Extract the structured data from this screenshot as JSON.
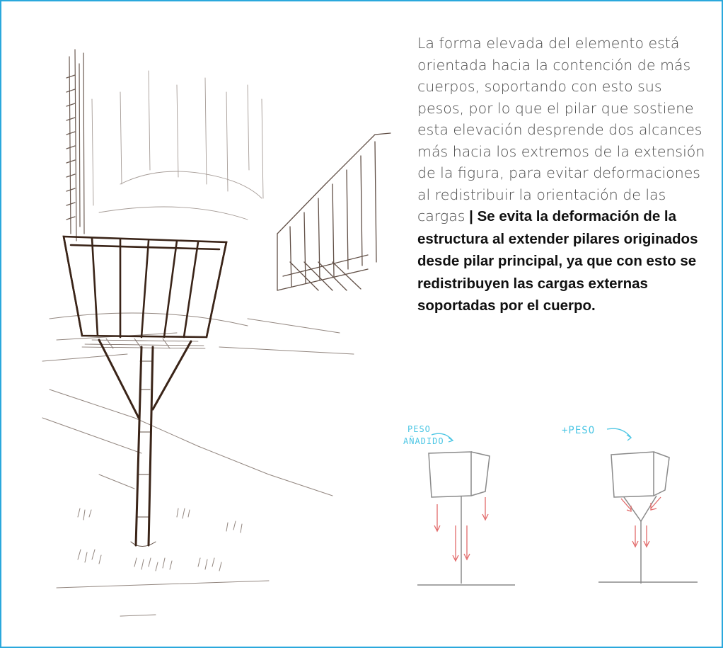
{
  "text": {
    "paragraph_light": "La forma elevada del elemento está orientada hacia la contención de más cuerpos, soportando con esto sus pesos, por lo que el pilar que sostiene esta elevación desprende dos alcances más hacia los extremos de la extensión de la figura, para evitar deformaciones al redistribuir la orientación de las cargas",
    "separator": " | ",
    "paragraph_bold": "Se evita la deformación de la estructura al extender pilares originados desde pilar principal, ya que con esto se redistribuyen las cargas externas soportadas por el cuerpo."
  },
  "diagram_left": {
    "label_line1": "PESO",
    "label_line2": "AÑADIDO"
  },
  "diagram_right": {
    "label": "+PESO"
  },
  "colors": {
    "frame": "#2aa8dc",
    "annotation": "#4cc6e4",
    "arrows": "#e26a6a",
    "outline": "#8a8a8a",
    "ink": "#3a2418"
  }
}
